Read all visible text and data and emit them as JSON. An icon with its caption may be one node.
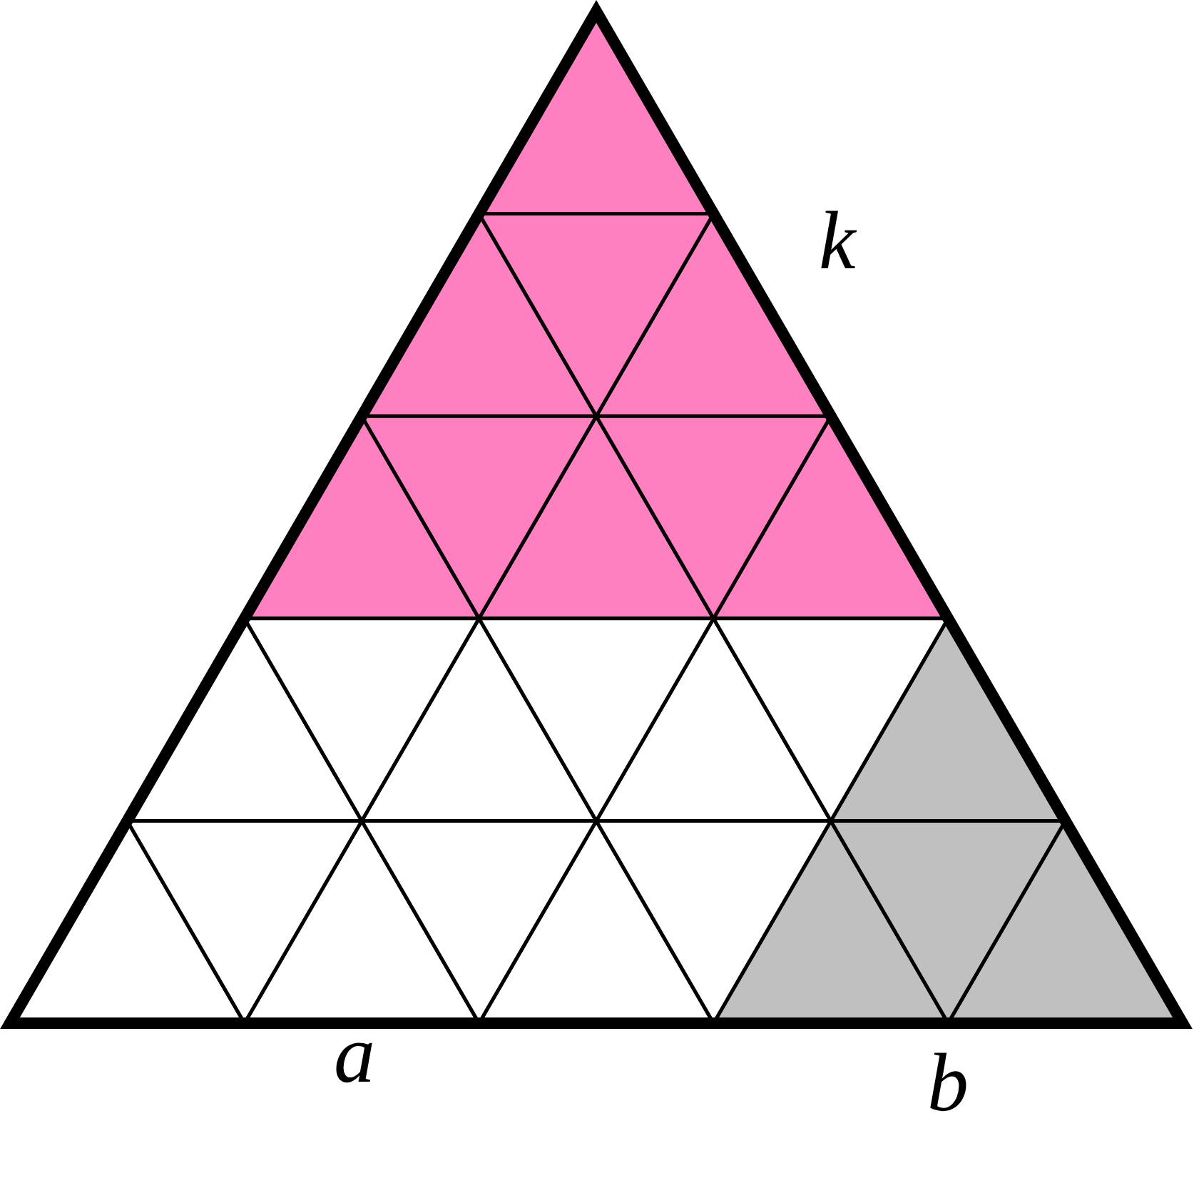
{
  "diagram": {
    "labels": [
      "k",
      "a",
      "b"
    ]
  }
}
